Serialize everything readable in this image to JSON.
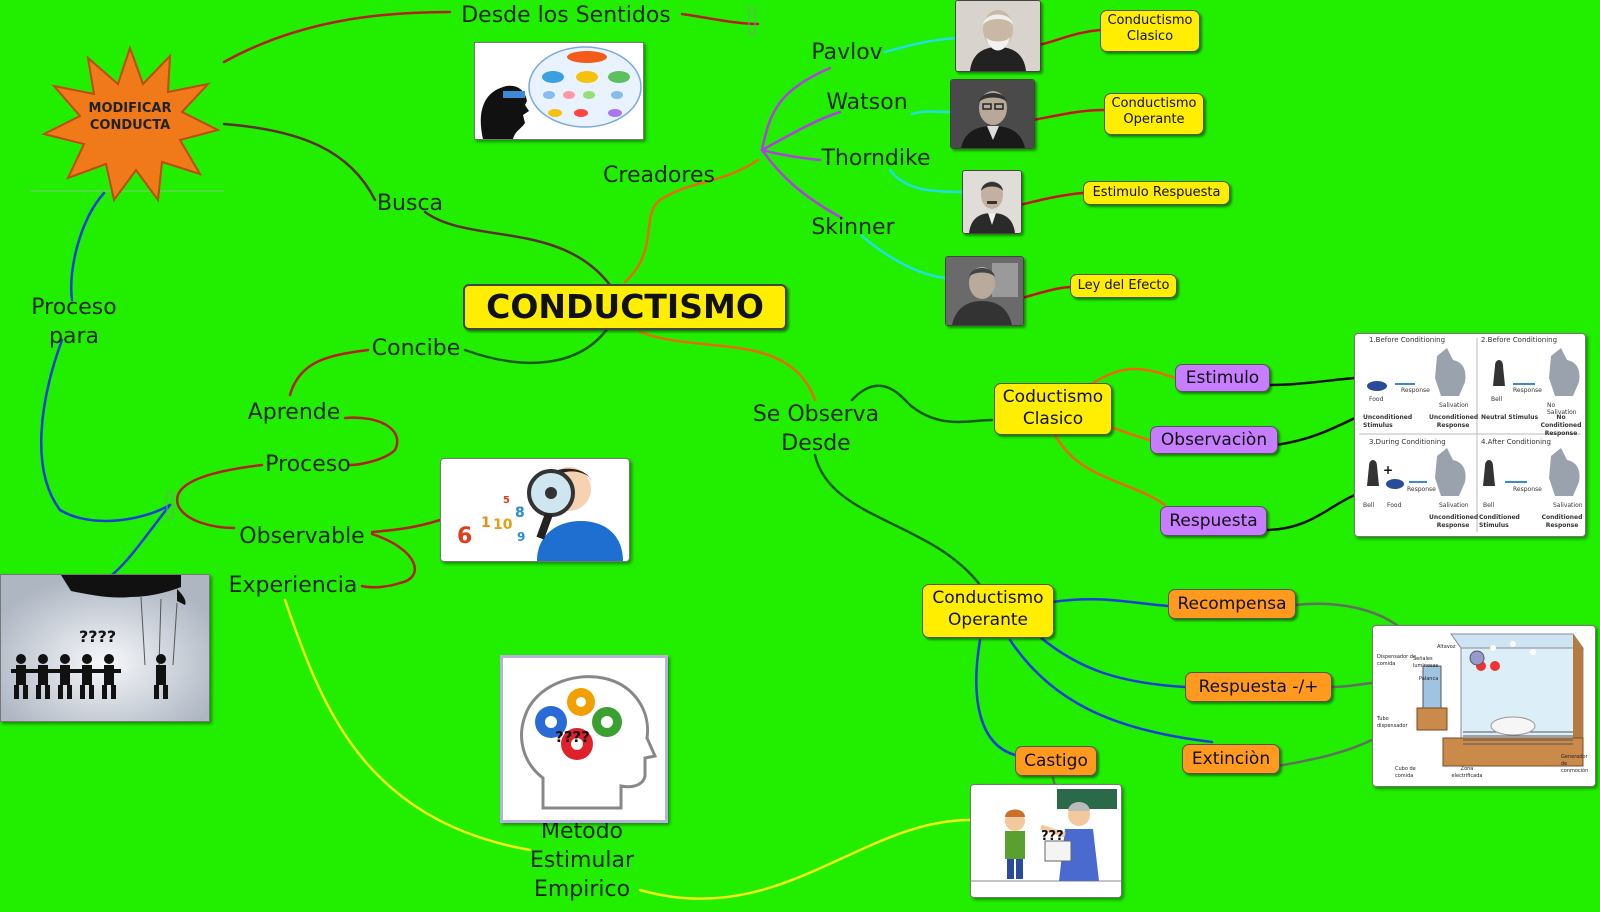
{
  "central": {
    "title": "CONDUCTISMO"
  },
  "top_branch": {
    "label": "Desde los Sentidos"
  },
  "star": {
    "label": "MODIFICAR CONDUCTA"
  },
  "left_branches": {
    "busca": "Busca",
    "proceso_para": "Proceso para",
    "concibe": "Concibe",
    "aprende": "Aprende",
    "proceso": "Proceso",
    "observable": "Observable",
    "experiencia": "Experiencia",
    "metodo": "Metodo Estimular Empirico"
  },
  "creators": {
    "label": "Creadores",
    "items": [
      {
        "name": "Pavlov",
        "theory": "Conductismo Clasico"
      },
      {
        "name": "Watson",
        "theory": "Conductismo Operante"
      },
      {
        "name": "Thorndike",
        "theory": "Estimulo Respuesta"
      },
      {
        "name": "Skinner",
        "theory": "Ley del Efecto"
      }
    ]
  },
  "observe": {
    "label": "Se Observa Desde"
  },
  "classic": {
    "label": "Coductismo Clasico",
    "children": [
      "Estimulo",
      "Observaciòn",
      "Respuesta"
    ],
    "diagram": {
      "panel1_title": "1.Before Conditioning",
      "panel2_title": "2.Before Conditioning",
      "panel3_title": "3.During Conditioning",
      "panel4_title": "4.After Conditioning",
      "food": "Food",
      "bell": "Bell",
      "response": "Response",
      "salivation": "Salivation",
      "no_salivation": "No Salivation",
      "unconditioned_stimulus": "Unconditioned Stimulus",
      "unconditioned_response": "Unconditioned Response",
      "neutral_stimulus": "Neutral Stimulus",
      "no_conditioned_response": "No Conditioned Response",
      "conditioned_stimulus": "Conditioned Stimulus",
      "conditioned_response": "Conditioned Response"
    }
  },
  "operant": {
    "label": "Conductismo Operante",
    "children": [
      "Recompensa",
      "Respuesta -/+",
      "Extinciòn",
      "Castigo"
    ],
    "box_labels": {
      "dispenser": "Dispensador de comida",
      "lights": "Señales luminosas",
      "speaker": "Altavoz",
      "lever": "Palanca",
      "tube": "Tubo dispensador",
      "cup": "Cubo de comida",
      "zone": "Zona electrificada",
      "generator": "Generador de conmoción"
    }
  },
  "puppet_text": "????",
  "brain_text": "????",
  "teacher_text": "???",
  "colors": {
    "background": "#22ee00",
    "yellow": "#ffee00",
    "purple": "#c77dff",
    "orange": "#ff9a1f",
    "star": "#f07a1a"
  }
}
